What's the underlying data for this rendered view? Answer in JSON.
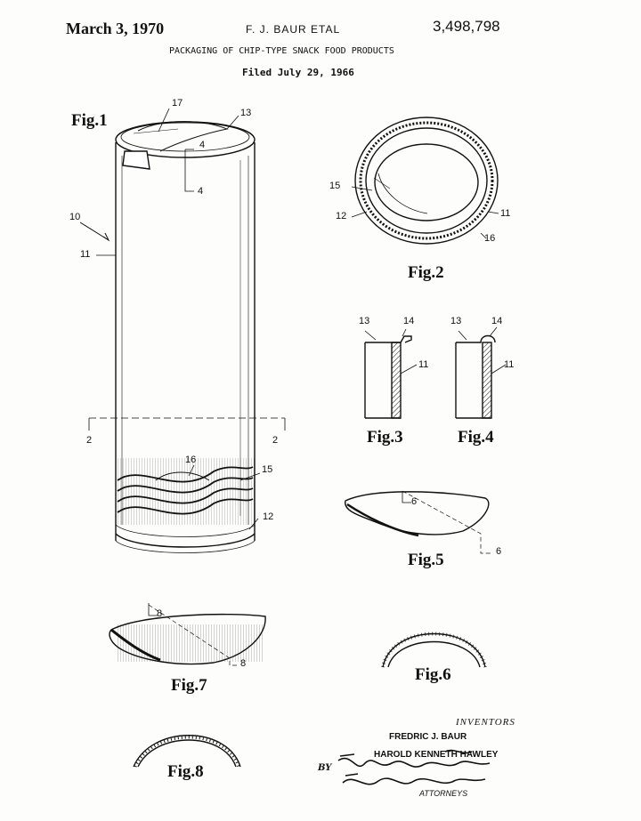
{
  "header": {
    "date": "March 3, 1970",
    "inventors_short": "F. J. BAUR ETAL",
    "patent_number": "3,498,798",
    "title": "PACKAGING OF CHIP-TYPE SNACK FOOD PRODUCTS",
    "filed": "Filed July 29, 1966"
  },
  "figures": {
    "fig1": "Fig.1",
    "fig2": "Fig.2",
    "fig3": "Fig.3",
    "fig4": "Fig.4",
    "fig5": "Fig.5",
    "fig6": "Fig.6",
    "fig7": "Fig.7",
    "fig8": "Fig.8"
  },
  "refs": {
    "r10": "10",
    "r11": "11",
    "r12": "12",
    "r13": "13",
    "r14": "14",
    "r15": "15",
    "r16": "16",
    "r17": "17",
    "s2": "2",
    "s4": "4",
    "s6": "6",
    "s8": "8"
  },
  "inventors": {
    "heading": "INVENTORS",
    "name1": "FREDRIC J. BAUR",
    "name2": "HAROLD KENNETH HAWLEY",
    "by": "BY",
    "attorneys": "ATTORNEYS"
  }
}
